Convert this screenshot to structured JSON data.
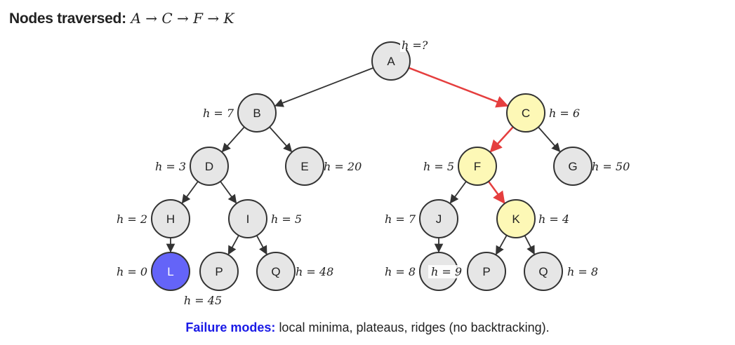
{
  "header": {
    "label": "Nodes traversed:",
    "path": "A → C → F → K"
  },
  "colors": {
    "default": "#e6e6e6",
    "visited": "#fdf8b6",
    "goal": "#6464f8",
    "path_edge": "#e53e3e",
    "edge": "#333333"
  },
  "nodes": [
    {
      "id": "A",
      "label": "A",
      "h": "h =?",
      "state": "default"
    },
    {
      "id": "B",
      "label": "B",
      "h": "h = 7",
      "state": "default"
    },
    {
      "id": "C",
      "label": "C",
      "h": "h = 6",
      "state": "visited"
    },
    {
      "id": "D",
      "label": "D",
      "h": "h = 3",
      "state": "default"
    },
    {
      "id": "E",
      "label": "E",
      "h": "h = 20",
      "state": "default"
    },
    {
      "id": "F",
      "label": "F",
      "h": "h = 5",
      "state": "visited"
    },
    {
      "id": "G",
      "label": "G",
      "h": "h = 50",
      "state": "default"
    },
    {
      "id": "H",
      "label": "H",
      "h": "h = 2",
      "state": "default"
    },
    {
      "id": "I",
      "label": "I",
      "h": "h = 5",
      "state": "default"
    },
    {
      "id": "J",
      "label": "J",
      "h": "h = 7",
      "state": "default"
    },
    {
      "id": "K",
      "label": "K",
      "h": "h = 4",
      "state": "visited"
    },
    {
      "id": "L",
      "label": "L",
      "h": "h = 0",
      "state": "goal"
    },
    {
      "id": "P",
      "label": "P",
      "h": "h = 45",
      "state": "default"
    },
    {
      "id": "Q",
      "label": "Q",
      "h": "h = 48",
      "state": "default"
    },
    {
      "id": "J1",
      "label": "",
      "h": "h = 8",
      "h2": "h = 9",
      "state": "default"
    },
    {
      "id": "P2",
      "label": "P",
      "h": "",
      "state": "default"
    },
    {
      "id": "Q2",
      "label": "Q",
      "h": "h = 8",
      "state": "default"
    }
  ],
  "edges": [
    {
      "from": "A",
      "to": "B",
      "path": false
    },
    {
      "from": "A",
      "to": "C",
      "path": true
    },
    {
      "from": "B",
      "to": "D",
      "path": false
    },
    {
      "from": "B",
      "to": "E",
      "path": false
    },
    {
      "from": "C",
      "to": "F",
      "path": true
    },
    {
      "from": "C",
      "to": "G",
      "path": false
    },
    {
      "from": "D",
      "to": "H",
      "path": false
    },
    {
      "from": "D",
      "to": "I",
      "path": false
    },
    {
      "from": "F",
      "to": "J",
      "path": false
    },
    {
      "from": "F",
      "to": "K",
      "path": true
    },
    {
      "from": "H",
      "to": "L",
      "path": false
    },
    {
      "from": "I",
      "to": "P",
      "path": false
    },
    {
      "from": "I",
      "to": "Q",
      "path": false
    },
    {
      "from": "J",
      "to": "J1",
      "path": false
    },
    {
      "from": "K",
      "to": "P2",
      "path": false
    },
    {
      "from": "K",
      "to": "Q2",
      "path": false
    }
  ],
  "footer": {
    "label": "Failure modes:",
    "text": "local minima, plateaus, ridges (no backtracking)."
  }
}
